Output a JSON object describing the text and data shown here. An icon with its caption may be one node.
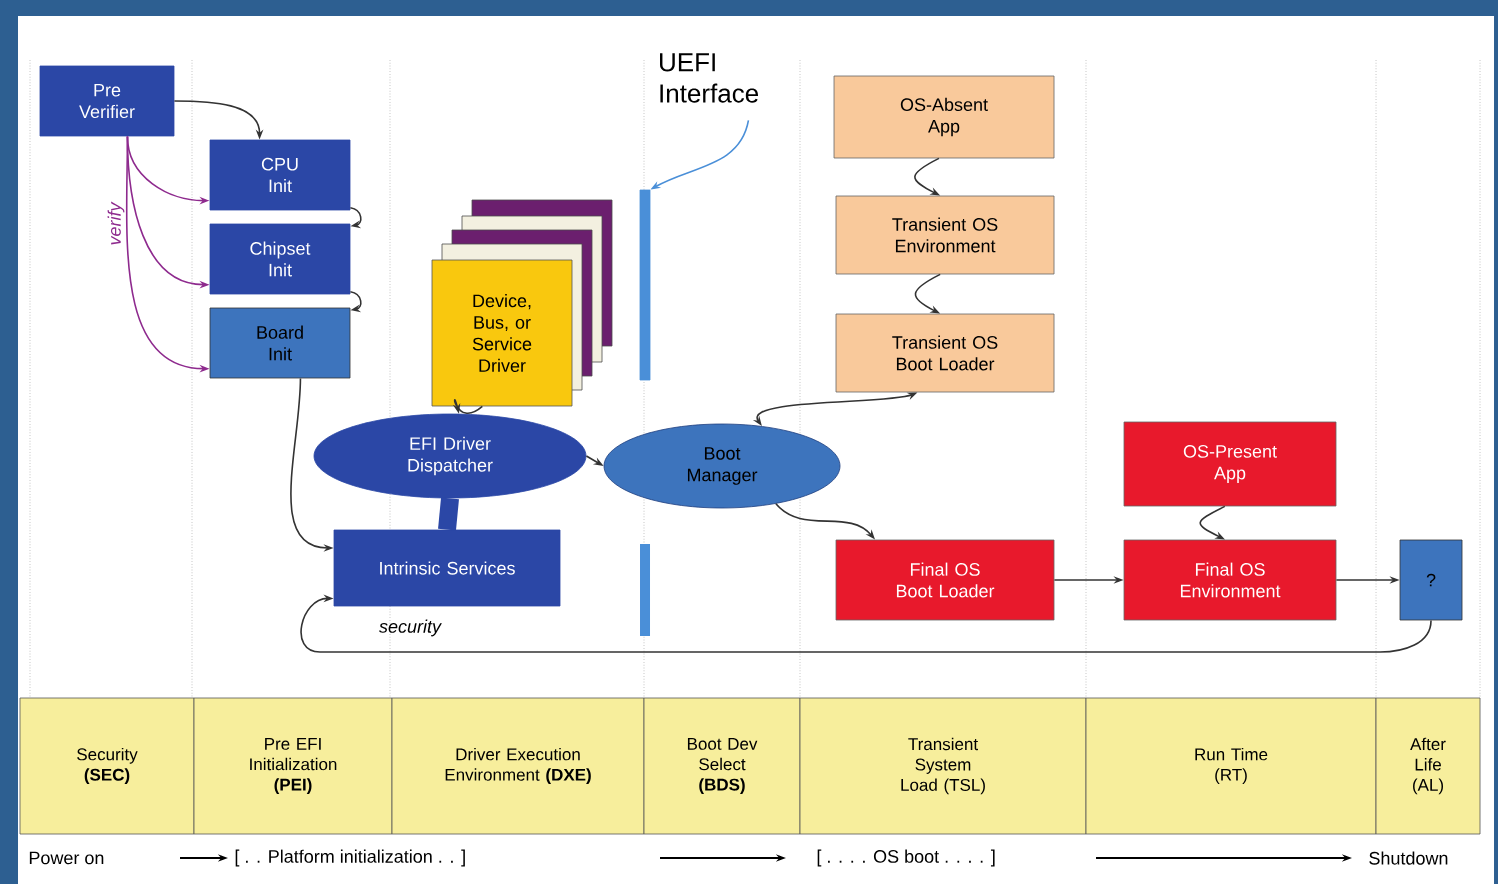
{
  "diagram": {
    "nodes": [
      {
        "text": [
          "Pre Verifier"
        ]
      },
      {
        "text": [
          "CPU Init"
        ]
      },
      {
        "text": [
          "Chipset Init"
        ]
      },
      {
        "text": [
          "Board Init"
        ]
      },
      {
        "text": [
          "Device, Bus, or Service Driver"
        ]
      },
      {
        "text": [
          "EFI Driver Dispatcher"
        ]
      },
      {
        "text": [
          "Intrinsic Services"
        ]
      },
      {
        "text": [
          "Boot Manager"
        ]
      },
      {
        "text": [
          "OS-Absent App"
        ]
      },
      {
        "text": [
          "Transient OS Environment"
        ]
      },
      {
        "text": [
          "Transient OS Boot Loader"
        ]
      },
      {
        "text": [
          "Final OS Boot Loader"
        ]
      },
      {
        "text": [
          "OS-Present App"
        ]
      },
      {
        "text": [
          "Final OS Environment"
        ]
      },
      {
        "text": [
          "?"
        ]
      },
      {
        "text": [
          "Security **(SEC)**"
        ]
      },
      {
        "text": [
          "Pre EFI Initialization **(PEI)**"
        ]
      },
      {
        "text": [
          "Driver Execution Environment **(DXE)**"
        ]
      },
      {
        "text": [
          "Boot Dev Select **(BDS)**"
        ]
      },
      {
        "text": [
          "Transient System Load (TSL)"
        ]
      },
      {
        "text": [
          "Run Time (RT)"
        ]
      },
      {
        "text": [
          "After Life (AL)"
        ]
      },
      {
        "text": [
          "UEFI Interface"
        ]
      },
      {
        "text": [],
        "shape": "bar"
      }
    ],
    "edges": [
      {
        "from": 0,
        "to": 1,
        "arrow": "to"
      },
      {
        "from": 1,
        "to": 2,
        "arrow": "to"
      },
      {
        "from": 2,
        "to": 3,
        "arrow": "to"
      },
      {
        "from": 0,
        "to": 1,
        "arrow": "to",
        "color": "#8e2a8e"
      },
      {
        "from": 0,
        "to": 2,
        "arrow": "to",
        "color": "#8e2a8e",
        "label": "verify"
      },
      {
        "from": 0,
        "to": 3,
        "arrow": "to",
        "color": "#8e2a8e"
      },
      {
        "from": 3,
        "to": 6,
        "arrow": "to"
      },
      {
        "from": 4,
        "to": 5,
        "arrow": "to"
      },
      {
        "from": 5,
        "to": 6,
        "arrow": "none",
        "style": "thick",
        "color": "#2b47a6"
      },
      {
        "from": 5,
        "to": 7,
        "arrow": "to"
      },
      {
        "from": 7,
        "to": 10,
        "arrow": "both"
      },
      {
        "from": 8,
        "to": 9,
        "arrow": "to"
      },
      {
        "from": 9,
        "to": 10,
        "arrow": "to"
      },
      {
        "from": 7,
        "to": 11,
        "arrow": "to"
      },
      {
        "from": 11,
        "to": 13,
        "arrow": "to"
      },
      {
        "from": 12,
        "to": 13,
        "arrow": "to"
      },
      {
        "from": 13,
        "to": 14,
        "arrow": "to"
      },
      {
        "from": 14,
        "to": 6,
        "arrow": "to",
        "label": "security"
      },
      {
        "from": 22,
        "to": 23,
        "arrow": "to",
        "color": "#4a8fd8"
      }
    ],
    "labels": [
      "Power on",
      "[ . . Platform initialization . . ]",
      "[ . . . . OS boot . . . . ]",
      "Shutdown"
    ]
  }
}
